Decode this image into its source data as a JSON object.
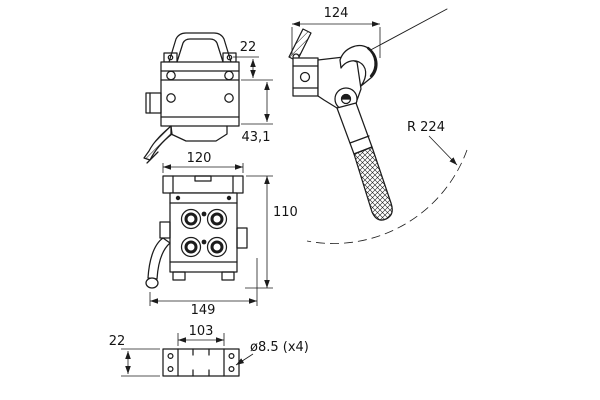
{
  "drawing": {
    "background": "#ffffff",
    "line_color": "#1c1c1c"
  },
  "labels": {
    "dim_head_width": "124",
    "dim_bracket_height": "22",
    "dim_body_height": "43,1",
    "swing_radius": "R 224",
    "dim_plate_width": "120",
    "dim_front_height": "110",
    "dim_overall_width": "149",
    "dim_base_thickness": "22",
    "dim_hole_spacing": "103",
    "hole_note": "ø8.5  (x4)"
  }
}
